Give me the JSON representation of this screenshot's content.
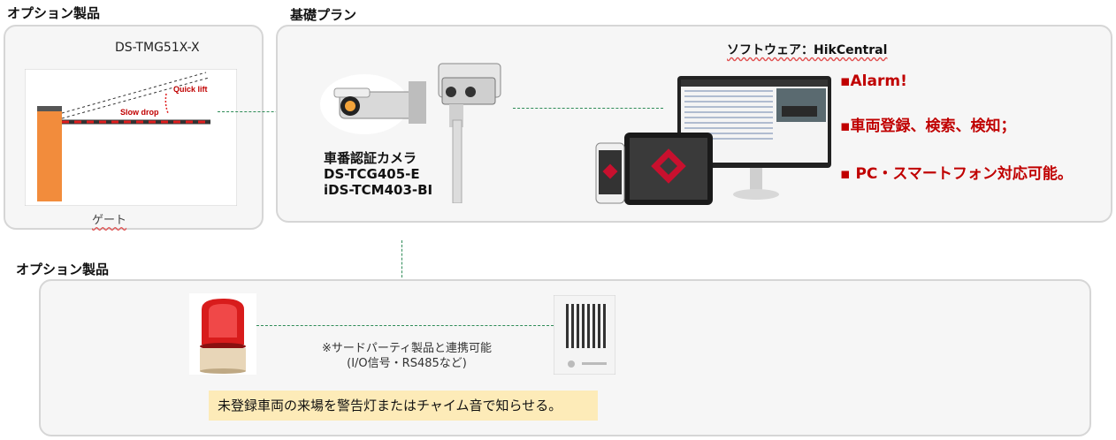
{
  "left_panel": {
    "heading": "オプション製品",
    "model": "DS-TMG51X-X",
    "caption": "ゲート",
    "quick_lift": "Quick lift",
    "slow_drop": "Slow drop"
  },
  "center_panel": {
    "heading": "基礎プラン",
    "camera_caption": [
      "車番認証カメラ",
      "DS-TCG405-E",
      "iDS-TCM403-BI"
    ],
    "software_title": "ソフトウェア：HikCentral",
    "features": [
      "▪Alarm!",
      "▪車両登録、検索、検知；",
      "▪ PC・スマートフォン対応可能。"
    ]
  },
  "bottom_panel": {
    "heading": "オプション製品",
    "note_line1": "※サードパーティ製品と連携可能",
    "note_line2": "(I/O信号・RS485など)",
    "banner": "未登録車両の来場を警告灯またはチャイム音で知らせる。"
  },
  "colors": {
    "accent_red": "#c00000",
    "panel_bg": "#f6f6f6",
    "banner_bg": "#fdebb8"
  }
}
